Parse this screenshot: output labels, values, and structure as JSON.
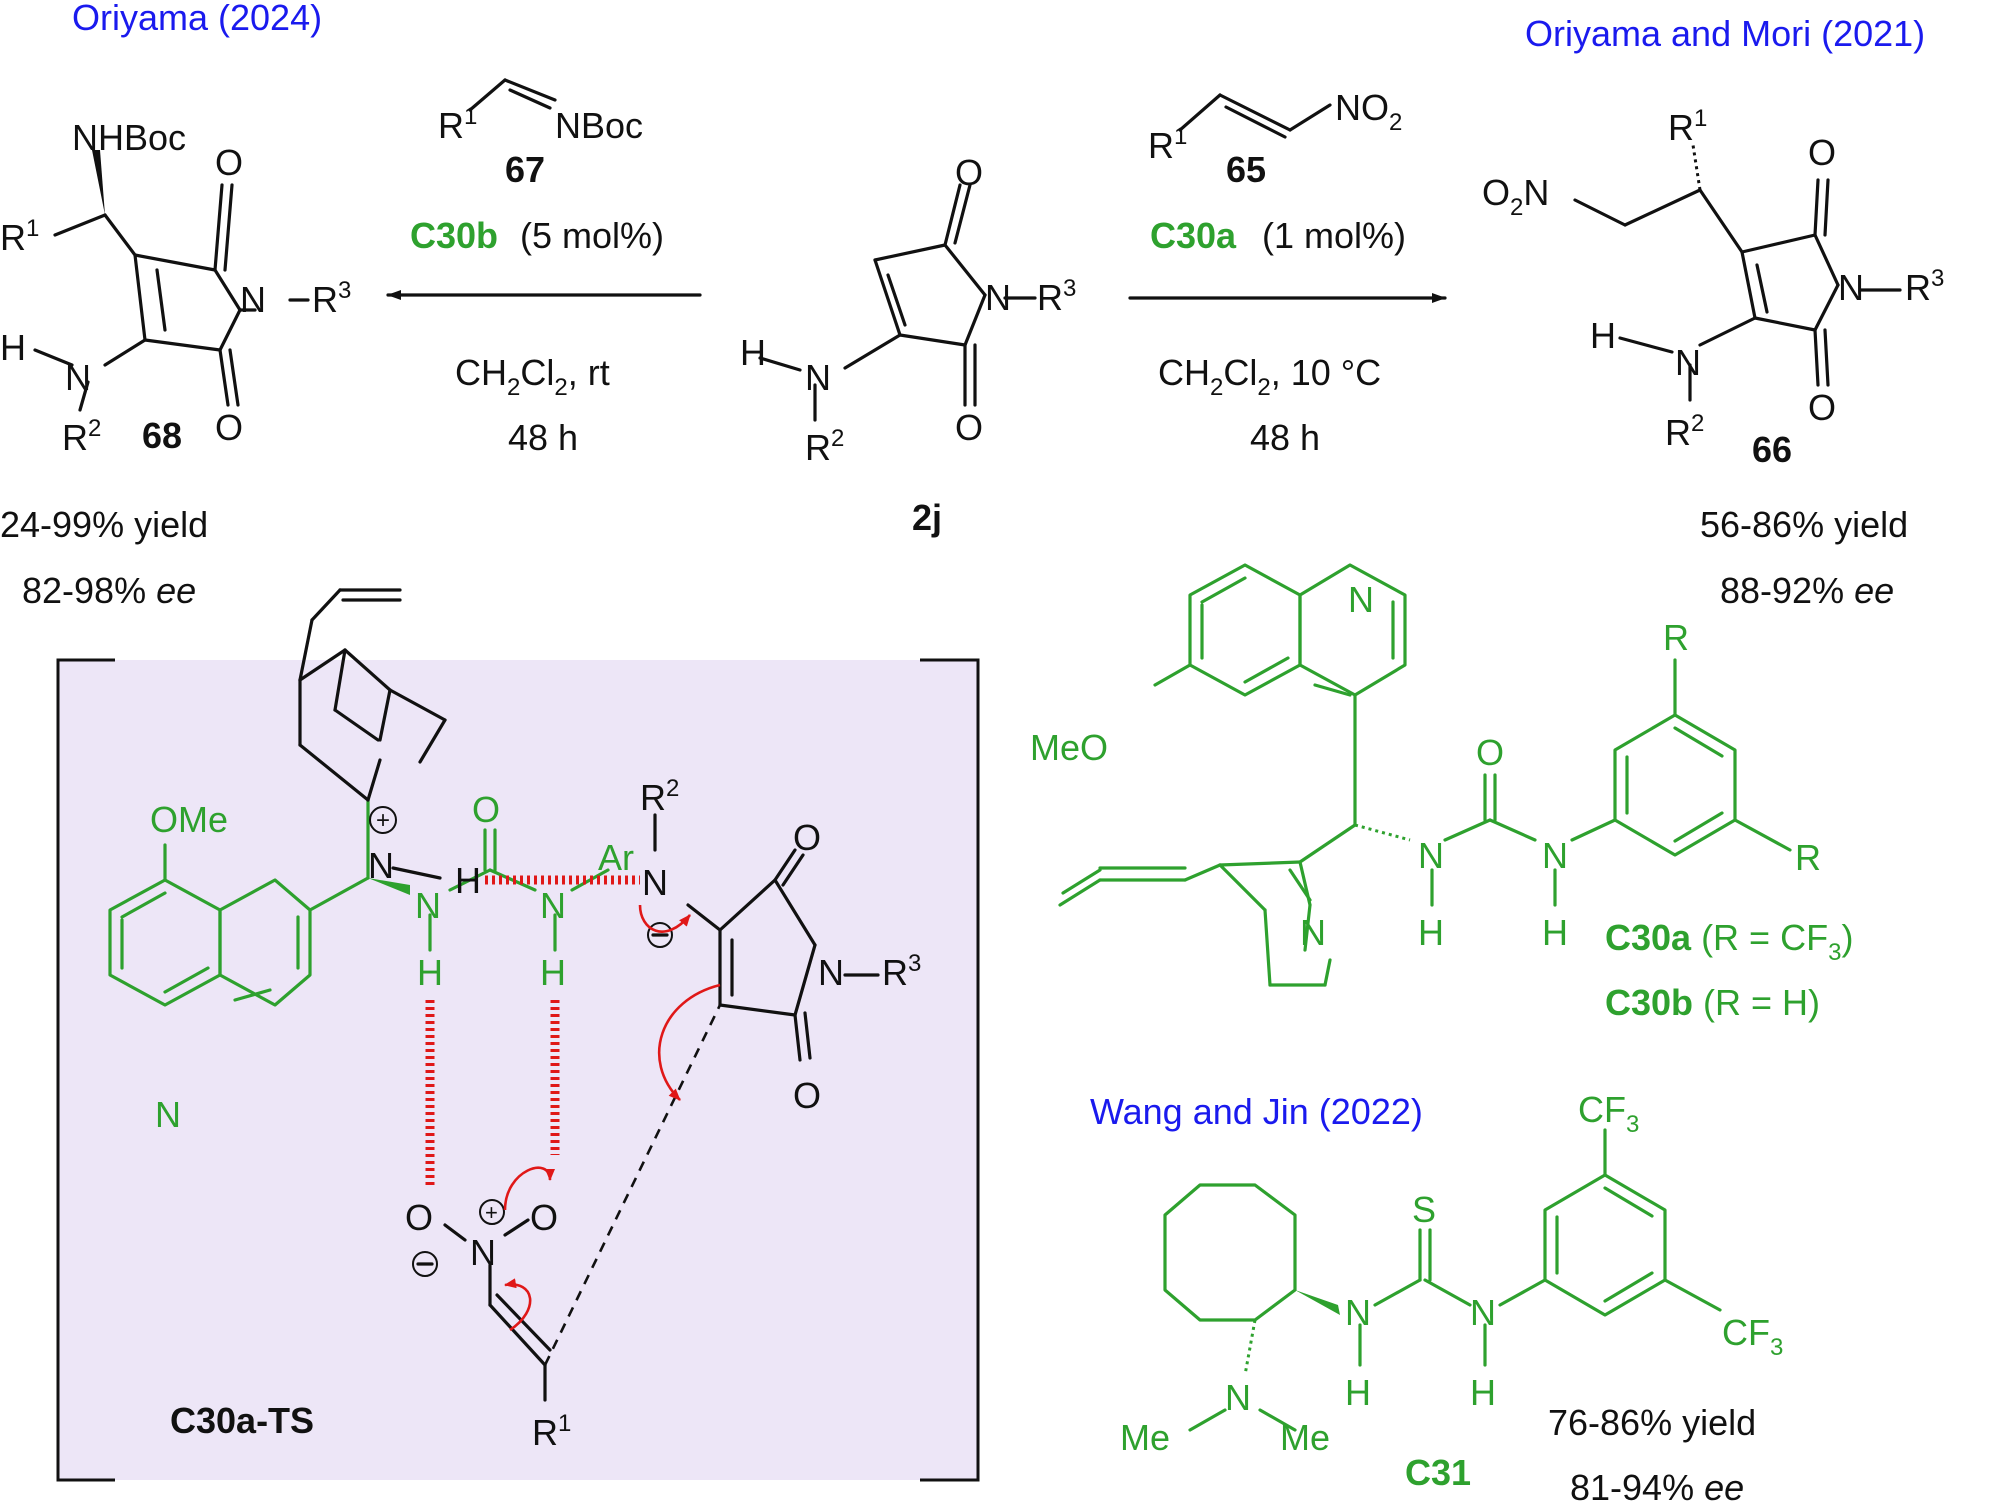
{
  "citations": {
    "oriyama_2024": "Oriyama  (2024)",
    "oriyama_mori_2021": "Oriyama and Mori (2021)",
    "wang_jin_2022": "Wang and Jin (2022)"
  },
  "left_reaction": {
    "reagent_number": "67",
    "reagent_label": "NBoc",
    "catalyst": "C30b",
    "loading": "(5 mol%)",
    "conditions_solvent": "CH2Cl2, rt",
    "time": "48 h",
    "product_number": "68",
    "yield": "24-99% yield",
    "ee_value": "82-98%",
    "ee_unit": "ee"
  },
  "center": {
    "substrate_number": "2j"
  },
  "right_reaction": {
    "reagent_number": "65",
    "catalyst": "C30a",
    "loading": "(1 mol%)",
    "conditions_solvent": "CH2Cl2, 10 °C",
    "time": "48 h",
    "product_number": "66",
    "yield": "56-86% yield",
    "ee_value": "88-92%",
    "ee_unit": "ee"
  },
  "transition_state": {
    "label": "C30a-TS"
  },
  "catalysts": {
    "c30a": {
      "name": "C30a",
      "def": "(R = CF3)"
    },
    "c30b": {
      "name": "C30b",
      "def": "(R = H)"
    },
    "c31": {
      "name": "C31",
      "yield": "76-86% yield",
      "ee_value": "81-94%",
      "ee_unit": "ee"
    }
  },
  "atoms": {
    "nhboc": "NHBoc",
    "o": "O",
    "n": "N",
    "h": "H",
    "r1": "R",
    "r2": "R",
    "r3": "R",
    "no2": "NO",
    "o2n": "O",
    "ome": "OMe",
    "meo": "MeO",
    "ar": "Ar",
    "me": "Me",
    "cf3": "CF",
    "s": "S",
    "r": "R"
  },
  "colors": {
    "catalyst_green": "#2ea12e",
    "citation_blue": "#1a1aee",
    "arrow_red": "#e01818",
    "ts_panel": "#ede6f7"
  }
}
